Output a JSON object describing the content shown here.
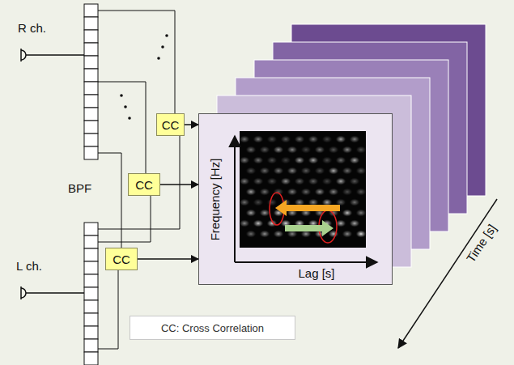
{
  "diagram": {
    "nodes": [
      {
        "text": [
          "CC"
        ]
      },
      {
        "text": [
          "CC"
        ]
      },
      {
        "text": [
          "CC"
        ]
      },
      {
        "text": [
          "Frequency [Hz]",
          "Lag [s]"
        ]
      },
      {
        "text": [
          "CC: Cross Correlation"
        ]
      }
    ],
    "edges": [
      {
        "from": 0,
        "to": 3,
        "arrow": "to"
      },
      {
        "from": 1,
        "to": 3,
        "arrow": "to"
      },
      {
        "from": 2,
        "to": 3,
        "arrow": "to"
      }
    ],
    "labels": [
      "R ch.",
      "L ch.",
      "BPF",
      "Time [s]"
    ]
  }
}
